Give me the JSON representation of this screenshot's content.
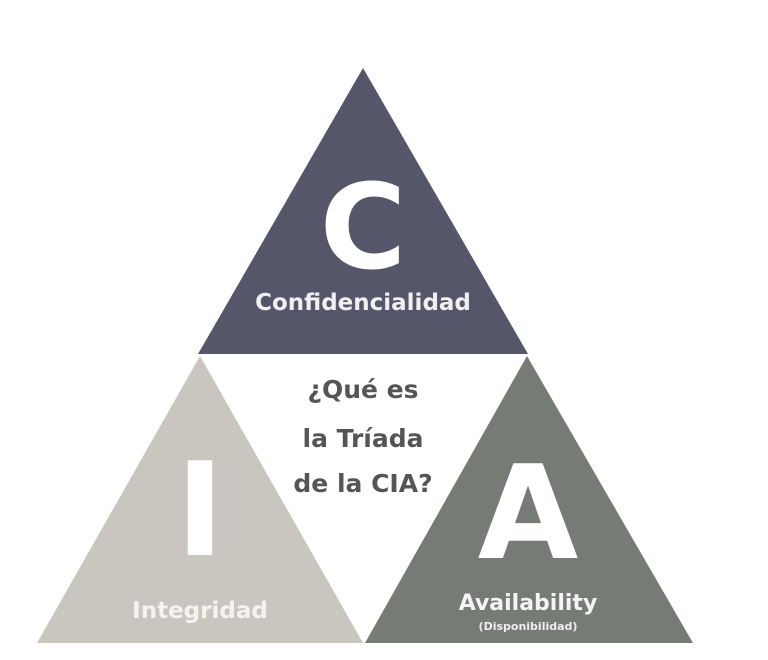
{
  "diagram": {
    "title_lines": [
      "¿Qué es",
      "la Tríada",
      "de la CIA?"
    ],
    "confidentiality": {
      "letter": "C",
      "label": "Confidencialidad",
      "color": "#55566a"
    },
    "integrity": {
      "letter": "I",
      "label": "Integridad",
      "color": "#c9c6c0"
    },
    "availability": {
      "letter": "A",
      "label": "Availability",
      "sublabel": "(Disponibilidad)",
      "color": "#767b76"
    },
    "title_color": "#555555"
  }
}
